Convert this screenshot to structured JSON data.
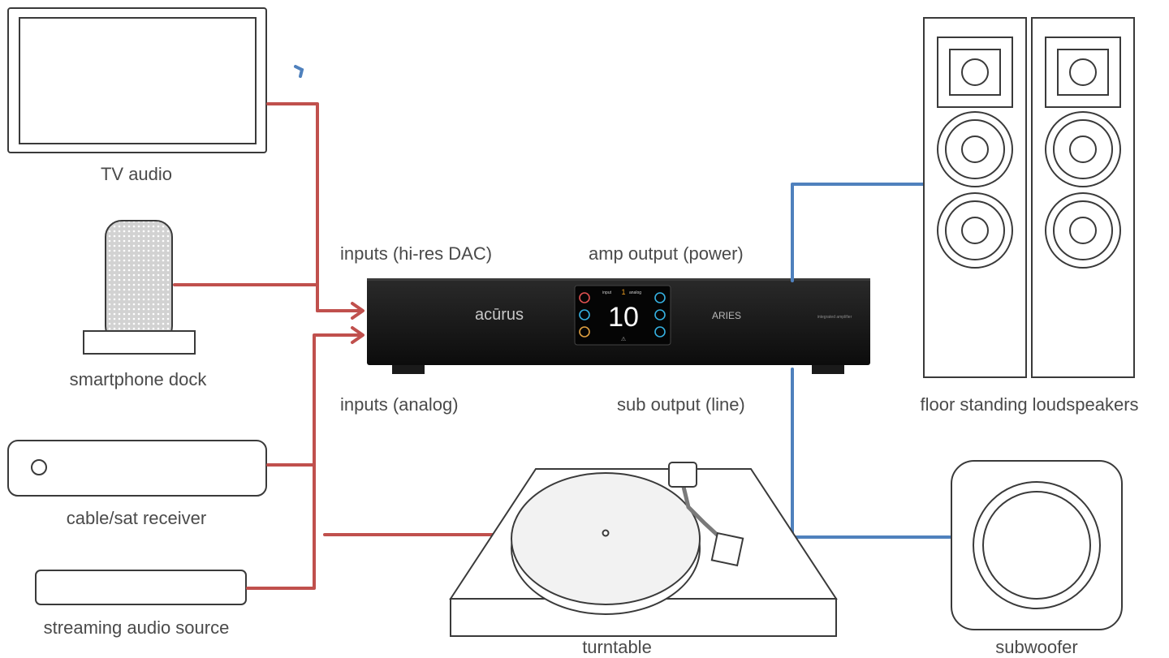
{
  "labels": {
    "tv": "TV audio",
    "dock": "smartphone dock",
    "cable": "cable/sat receiver",
    "streaming": "streaming audio source",
    "inputs_dac": "inputs (hi-res DAC)",
    "inputs_analog": "inputs (analog)",
    "amp_output": "amp output (power)",
    "sub_output": "sub output (line)",
    "speakers": "floor standing loudspeakers",
    "turntable": "turntable",
    "subwoofer": "subwoofer"
  },
  "amplifier": {
    "brand": "acūrus",
    "model": "ARIES",
    "descriptor": "integrated amplifier",
    "display_value": "10",
    "display_input": "input",
    "display_input_num": "1",
    "display_mode": "analog"
  },
  "colors": {
    "input_wire": "#c0504d",
    "output_wire": "#4f81bd",
    "device_stroke": "#3a3a3a",
    "amp_body": "#161616"
  }
}
